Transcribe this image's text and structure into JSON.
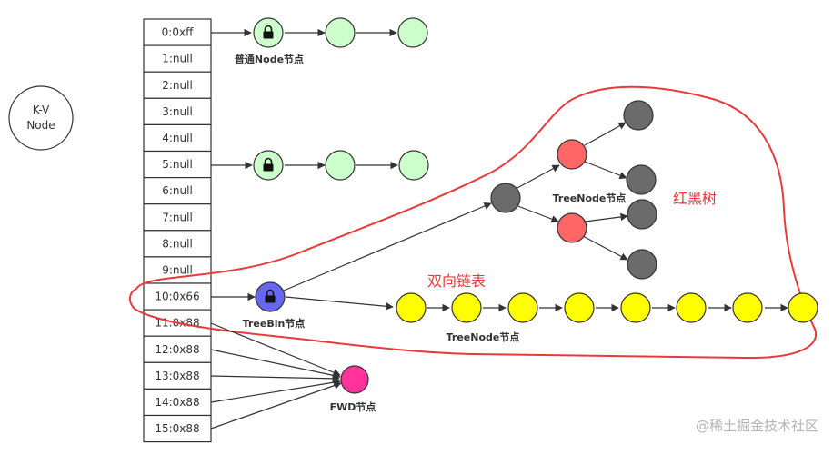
{
  "colors": {
    "node_green": "#ccffcc",
    "tree_node_gray": "#6b6b6b",
    "tree_node_red": "#ff6666",
    "treebin_blue": "#6666ee",
    "linked_yellow": "#ffff00",
    "fwd_pink": "#ff3399",
    "annotation_red": "#e83a3a",
    "stroke": "#333333"
  },
  "kv_node": {
    "line1": "K-V",
    "line2": "Node"
  },
  "buckets": [
    "0:0xff",
    "1:null",
    "2:null",
    "3:null",
    "4:null",
    "5:null",
    "6:null",
    "7:null",
    "8:null",
    "9:null",
    "10:0x66",
    "11:0x88",
    "12:0x88",
    "13:0x88",
    "14:0x88",
    "15:0x88"
  ],
  "labels": {
    "normal_node": "普通Node节点",
    "tree_node_top": "TreeNode节点",
    "tree_bin": "TreeBin节点",
    "tree_node_bottom": "TreeNode节点",
    "fwd": "FWD节点"
  },
  "annotations": {
    "red_black_tree": "红黑树",
    "doubly_linked_list": "双向链表"
  },
  "icons": {
    "lock": "lock-icon"
  },
  "watermark": "@稀土掘金技术社区"
}
